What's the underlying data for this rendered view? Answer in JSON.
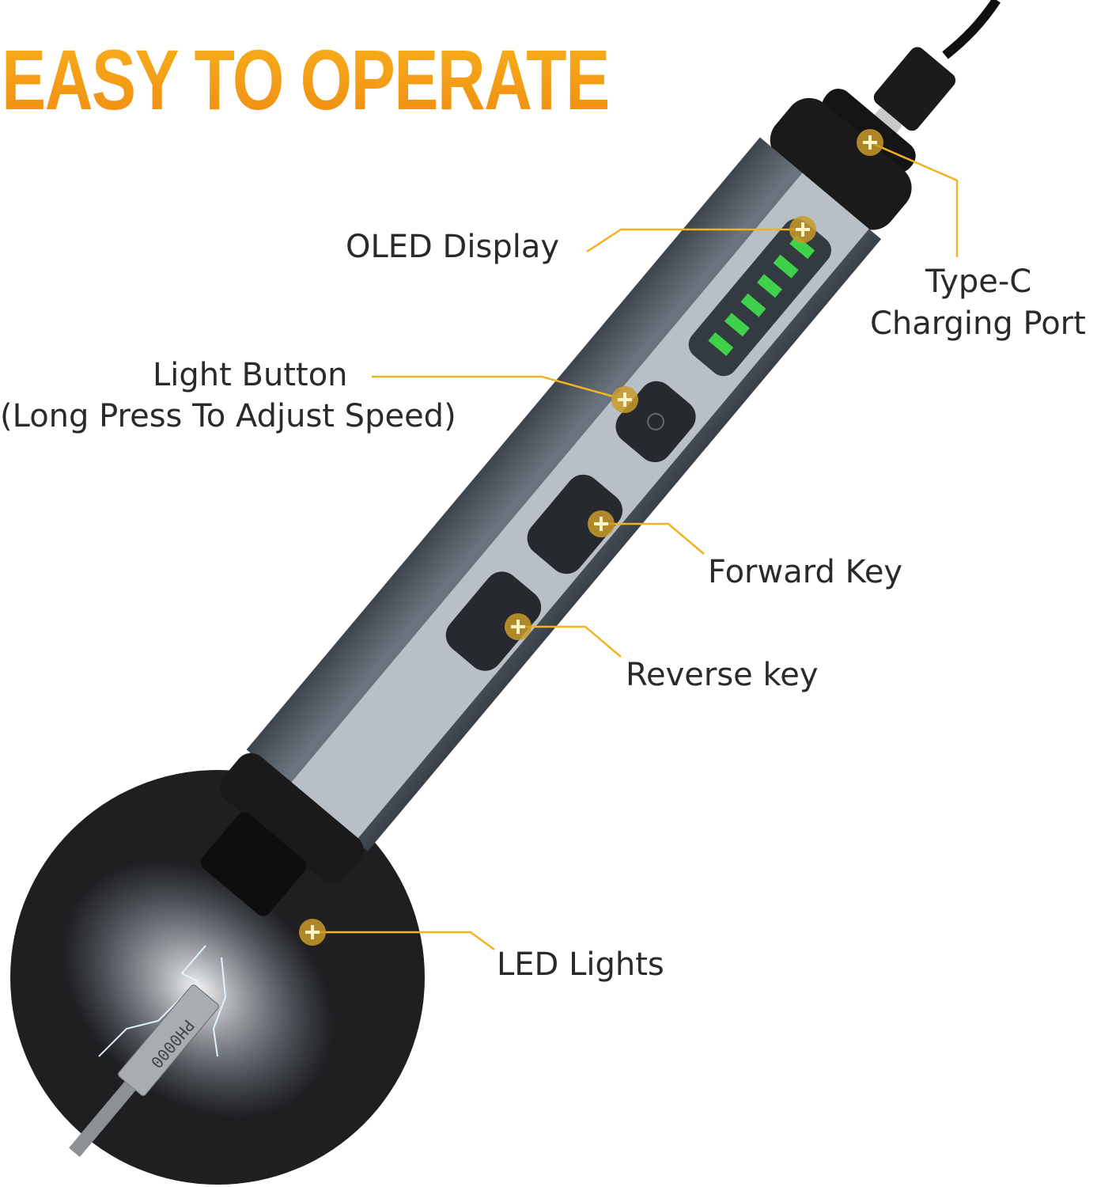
{
  "title": "EASY TO OPERATE",
  "labels": {
    "oled": "OLED Display",
    "typec_1": "Type-C",
    "typec_2": "Charging Port",
    "light_1": "Light Button",
    "light_2": "(Long Press To Adjust Speed)",
    "forward": "Forward Key",
    "reverse": "Reverse key",
    "led": "LED Lights"
  },
  "bit_label": "PH0000",
  "battery_bars": 6,
  "colors": {
    "accent": "#f5a31a",
    "callout": "#f2b321",
    "pen_body": "#5d6670",
    "strip": "#b9bfc6",
    "battery": "#3fd14a"
  }
}
